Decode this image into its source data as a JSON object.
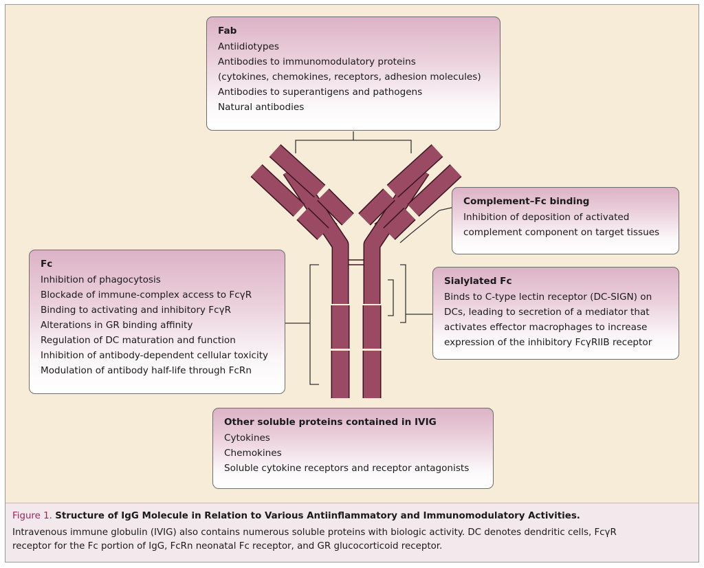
{
  "colors": {
    "background": "#f6ecd8",
    "molecule_fill": "#9a4b63",
    "molecule_stroke": "#3a1420",
    "box_gradient_top": "#dcb3c6",
    "box_gradient_bottom": "#ffffff",
    "caption_background": "#f3e8ec",
    "figure_label": "#a0245a"
  },
  "boxes": {
    "fab": {
      "heading": "Fab",
      "items": [
        "Antiidiotypes",
        "Antibodies to immunomodulatory proteins",
        "(cytokines, chemokines, receptors, adhesion molecules)",
        "Antibodies to superantigens and pathogens",
        "Natural antibodies"
      ]
    },
    "complement": {
      "heading": "Complement–Fc binding",
      "lines": [
        "Inhibition of deposition of activated",
        "complement component on target tissues"
      ]
    },
    "sialylated": {
      "heading": "Sialylated Fc",
      "lines": [
        "Binds to C-type lectin receptor (DC-SIGN) on",
        "DCs, leading to secretion of a mediator that",
        "activates effector macrophages to increase",
        "expression of the inhibitory FcγRIIB receptor"
      ]
    },
    "fc": {
      "heading": "Fc",
      "items": [
        "Inhibition of phagocytosis",
        "Blockade of immune-complex access to FcγR",
        "Binding to activating and inhibitory FcγR",
        "Alterations in GR binding affinity",
        "Regulation of DC maturation and function",
        "Inhibition of antibody-dependent cellular toxicity",
        "Modulation of antibody half-life through FcRn"
      ]
    },
    "other": {
      "heading": "Other soluble proteins contained in IVIG",
      "items": [
        "Cytokines",
        "Chemokines",
        "Soluble cytokine receptors and receptor antagonists"
      ]
    }
  },
  "caption": {
    "figure_label": "Figure 1.",
    "title": "Structure of IgG Molecule in Relation to Various Antiinflammatory and Immunomodulatory Activities.",
    "lines": [
      "Intravenous immune globulin (IVIG) also contains numerous soluble proteins with biologic activity. DC denotes dendritic cells, FcγR",
      "receptor for the Fc portion of IgG, FcRn neonatal Fc receptor, and GR glucocorticoid receptor."
    ]
  }
}
